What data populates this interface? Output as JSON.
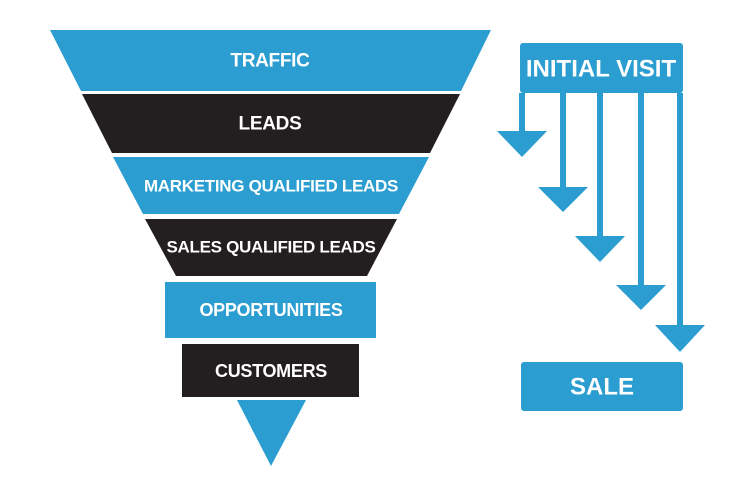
{
  "colors": {
    "blue": "#2b9dd0",
    "black": "#231f20",
    "text": "#ffffff",
    "background": "#ffffff"
  },
  "funnel": {
    "layers": [
      {
        "label": "TRAFFIC",
        "color": "blue"
      },
      {
        "label": "LEADS",
        "color": "black"
      },
      {
        "label": "MARKETING QUALIFIED LEADS",
        "color": "blue"
      },
      {
        "label": "SALES QUALIFIED LEADS",
        "color": "black"
      },
      {
        "label": "OPPORTUNITIES",
        "color": "blue"
      },
      {
        "label": "CUSTOMERS",
        "color": "black"
      }
    ],
    "tip_icon": "down-triangle"
  },
  "flow": {
    "start_label": "INITIAL VISIT",
    "end_label": "SALE",
    "arrow_count": 5,
    "arrow_icon": "down-arrow"
  }
}
